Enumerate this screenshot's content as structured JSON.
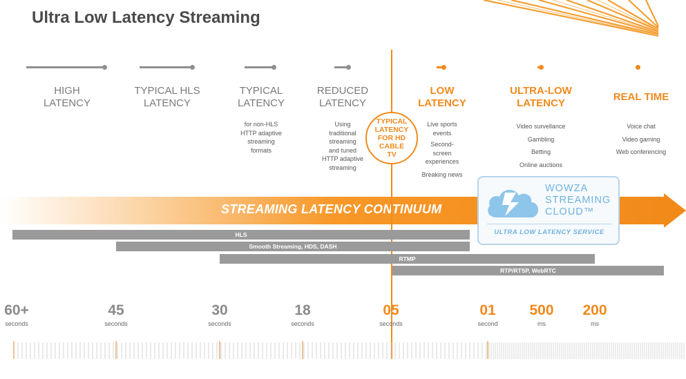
{
  "title": "Ultra Low Latency Streaming",
  "colors": {
    "accent": "#f08a1c",
    "gray": "#8f8f8f",
    "bar_gray": "#9a9a9a",
    "wowza_blue": "#6fb1de"
  },
  "categories": [
    {
      "title": [
        "HIGH",
        "LATENCY"
      ],
      "sub": []
    },
    {
      "title": [
        "TYPICAL HLS",
        "LATENCY"
      ],
      "sub": []
    },
    {
      "title": [
        "TYPICAL",
        "LATENCY"
      ],
      "sub": [
        "for non-HLS",
        "HTTP adaptive",
        "streaming",
        "formats"
      ]
    },
    {
      "title": [
        "REDUCED",
        "LATENCY"
      ],
      "sub": [
        "Using",
        "traditional",
        "streaming",
        "and tuned",
        "HTTP adaptive",
        "streaming"
      ]
    },
    {
      "title": [
        "LOW",
        "LATENCY"
      ],
      "sub": [
        "Live sports",
        "events",
        "",
        "Second-",
        "screen",
        "experiences",
        "",
        "Breaking news"
      ]
    },
    {
      "title": [
        "ULTRA-LOW",
        "LATENCY"
      ],
      "sub": [
        "Video survellance",
        "",
        "Gambling",
        "",
        "Betting",
        "",
        "Online auctions"
      ]
    },
    {
      "title": [
        "REAL TIME"
      ],
      "sub": [
        "Voice chat",
        "",
        "Video gaming",
        "",
        "Web conferencing"
      ]
    }
  ],
  "badge": [
    "TYPICAL",
    "LATENCY",
    "FOR HD",
    "CABLE",
    "TV"
  ],
  "continuum_label": "STREAMING LATENCY CONTINUUM",
  "wowza": {
    "brand": [
      "WOWZA",
      "STREAMING",
      "CLOUD™"
    ],
    "subtitle": "ULTRA LOW LATENCY SERVICE",
    "icon": "cloud-lightning-icon"
  },
  "protocols": [
    "HLS",
    "Smooth Streaming, HDS, DASH",
    "RTMP",
    "RTP/RTSP, WebRTC"
  ],
  "ticks": [
    {
      "value": "60+",
      "unit": "seconds"
    },
    {
      "value": "45",
      "unit": "seconds"
    },
    {
      "value": "30",
      "unit": "seconds"
    },
    {
      "value": "18",
      "unit": "seconds"
    },
    {
      "value": "05",
      "unit": "seconds"
    },
    {
      "value": "01",
      "unit": "second"
    },
    {
      "value": "500",
      "unit": "ms"
    },
    {
      "value": "200",
      "unit": "ms"
    }
  ]
}
